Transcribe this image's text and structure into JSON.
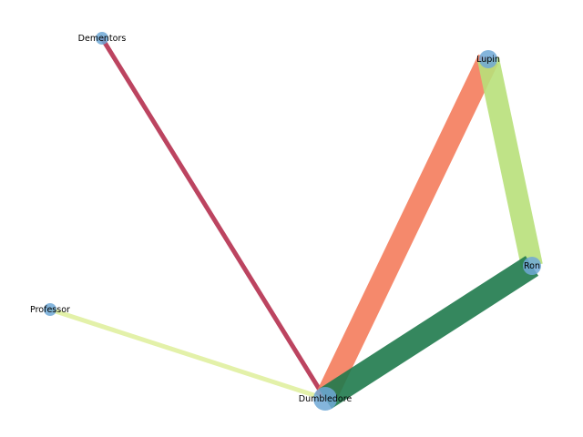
{
  "graph": {
    "nodes": [
      {
        "id": "dementors",
        "label": "Dementors",
        "weight": 1,
        "color": "#6fa8d6"
      },
      {
        "id": "lupin",
        "label": "Lupin",
        "weight": 2,
        "color": "#6fa8d6"
      },
      {
        "id": "ron",
        "label": "Ron",
        "weight": 2,
        "color": "#6fa8d6"
      },
      {
        "id": "professor",
        "label": "Professor",
        "weight": 1,
        "color": "#6fa8d6"
      },
      {
        "id": "dumbledore",
        "label": "Dumbledore",
        "weight": 4,
        "color": "#6fa8d6"
      }
    ],
    "edges": [
      {
        "source": "dementors",
        "target": "dumbledore",
        "weight": 1,
        "color": "#b5304f"
      },
      {
        "source": "professor",
        "target": "dumbledore",
        "weight": 1,
        "color": "#e0f0a0"
      },
      {
        "source": "lupin",
        "target": "dumbledore",
        "weight": 4,
        "color": "#f47c5c"
      },
      {
        "source": "lupin",
        "target": "ron",
        "weight": 4,
        "color": "#b8e07a"
      },
      {
        "source": "ron",
        "target": "dumbledore",
        "weight": 5,
        "color": "#1f7a4c"
      }
    ]
  }
}
